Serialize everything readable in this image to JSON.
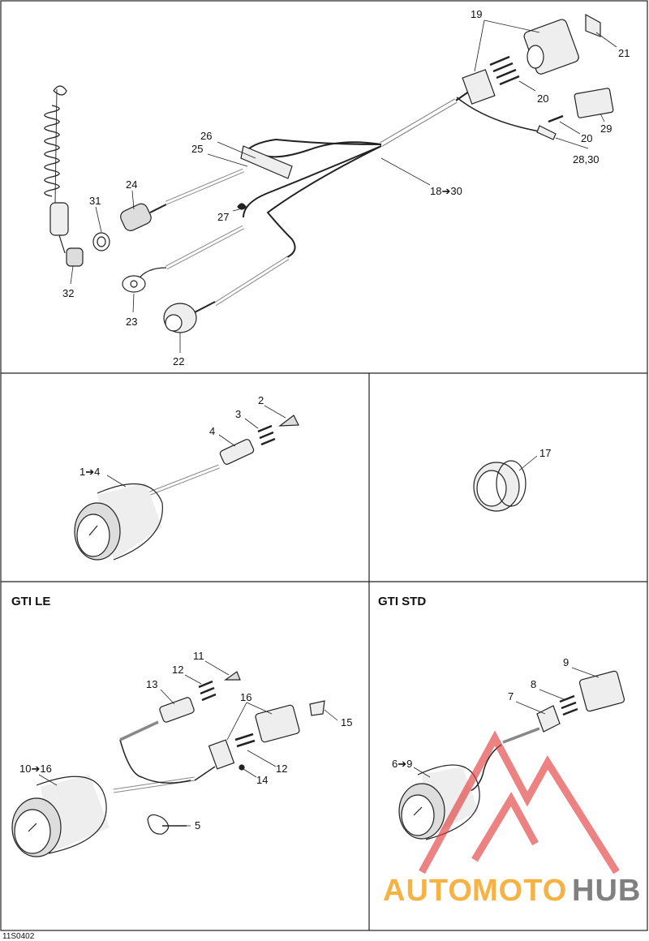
{
  "diagram": {
    "reference": "11S0402",
    "panel_titles": {
      "gti_le": "GTI LE",
      "gti_std": "GTI STD"
    },
    "callouts": {
      "p1": [
        "19",
        "21",
        "20",
        "20",
        "29",
        "28,30",
        "18➔30",
        "26",
        "25",
        "24",
        "31",
        "27",
        "32",
        "23",
        "22"
      ],
      "p2": [
        "2",
        "3",
        "4",
        "1➔4"
      ],
      "p3": [
        "17"
      ],
      "p4": [
        "11",
        "12",
        "13",
        "16",
        "15",
        "12",
        "14",
        "10➔16",
        "5"
      ],
      "p5": [
        "9",
        "8",
        "7",
        "6➔9"
      ]
    },
    "watermark": {
      "part1": "AUTO",
      "part2": "MOTO",
      "part3": "HUB",
      "colors": {
        "orange": "#f5a623",
        "dark": "#6b6b6b",
        "red": "#e23b3b"
      }
    }
  }
}
